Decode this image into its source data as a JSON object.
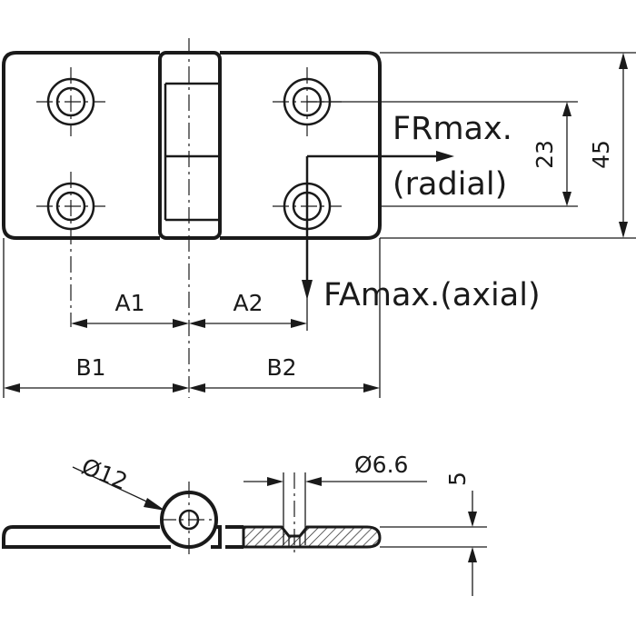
{
  "labels": {
    "a1": "A1",
    "a2": "A2",
    "b1": "B1",
    "b2": "B2",
    "height_45": "45",
    "height_23": "23",
    "fr_line1": "FRmax.",
    "fr_line2": "(radial)",
    "fa": "FAmax.(axial)",
    "dia_12": "Ø12",
    "dia_66": "Ø6.6",
    "thick_5": "5"
  },
  "colors": {
    "line": "#1a1a1a",
    "background": "#ffffff"
  }
}
